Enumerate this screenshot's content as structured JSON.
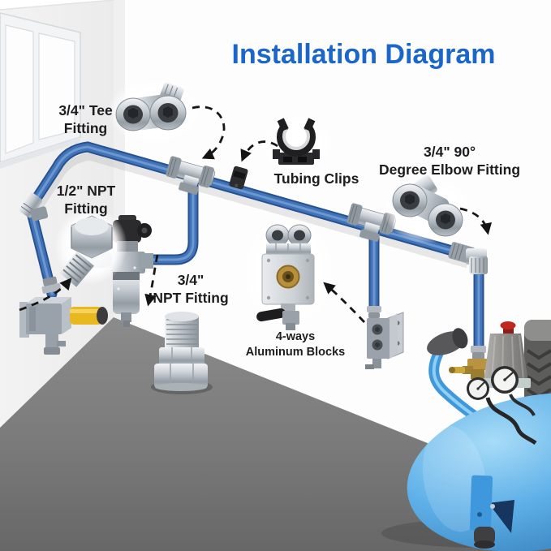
{
  "title": "Installation Diagram",
  "labels": {
    "tee_fitting": {
      "lines": [
        "3/4\" Tee",
        "Fitting"
      ]
    },
    "npt_half_fitting": {
      "lines": [
        "1/2\" NPT",
        "Fitting"
      ]
    },
    "tubing_clips": {
      "lines": [
        "Tubing Clips"
      ]
    },
    "elbow_fitting": {
      "lines": [
        "3/4\" 90°",
        "Degree Elbow Fitting"
      ]
    },
    "npt_three_quarter_fitting": {
      "lines": [
        "3/4\"",
        "NPT Fitting"
      ]
    },
    "aluminum_blocks": {
      "lines": [
        "4-ways",
        "Aluminum Blocks"
      ]
    }
  },
  "colors": {
    "title_blue": "#1a66c9",
    "pipe_blue": "#4173b8",
    "tank_blue": "#5fb0e8",
    "floor_gray": "#7d7d7d",
    "label_text": "#1d1d1f",
    "coupler_yellow": "#e8b820",
    "brass": "#b8903c",
    "button_red": "#c0281e"
  },
  "scene_components": [
    "window",
    "wall-corner",
    "blue-tubing-run",
    "tee-fitting",
    "tubing-clip",
    "90-degree-elbow-fitting",
    "half-inch-npt-fitting",
    "three-quarter-npt-fitting",
    "four-way-aluminum-block",
    "filter-regulator",
    "drain-block-with-coupler",
    "air-compressor-tank"
  ]
}
